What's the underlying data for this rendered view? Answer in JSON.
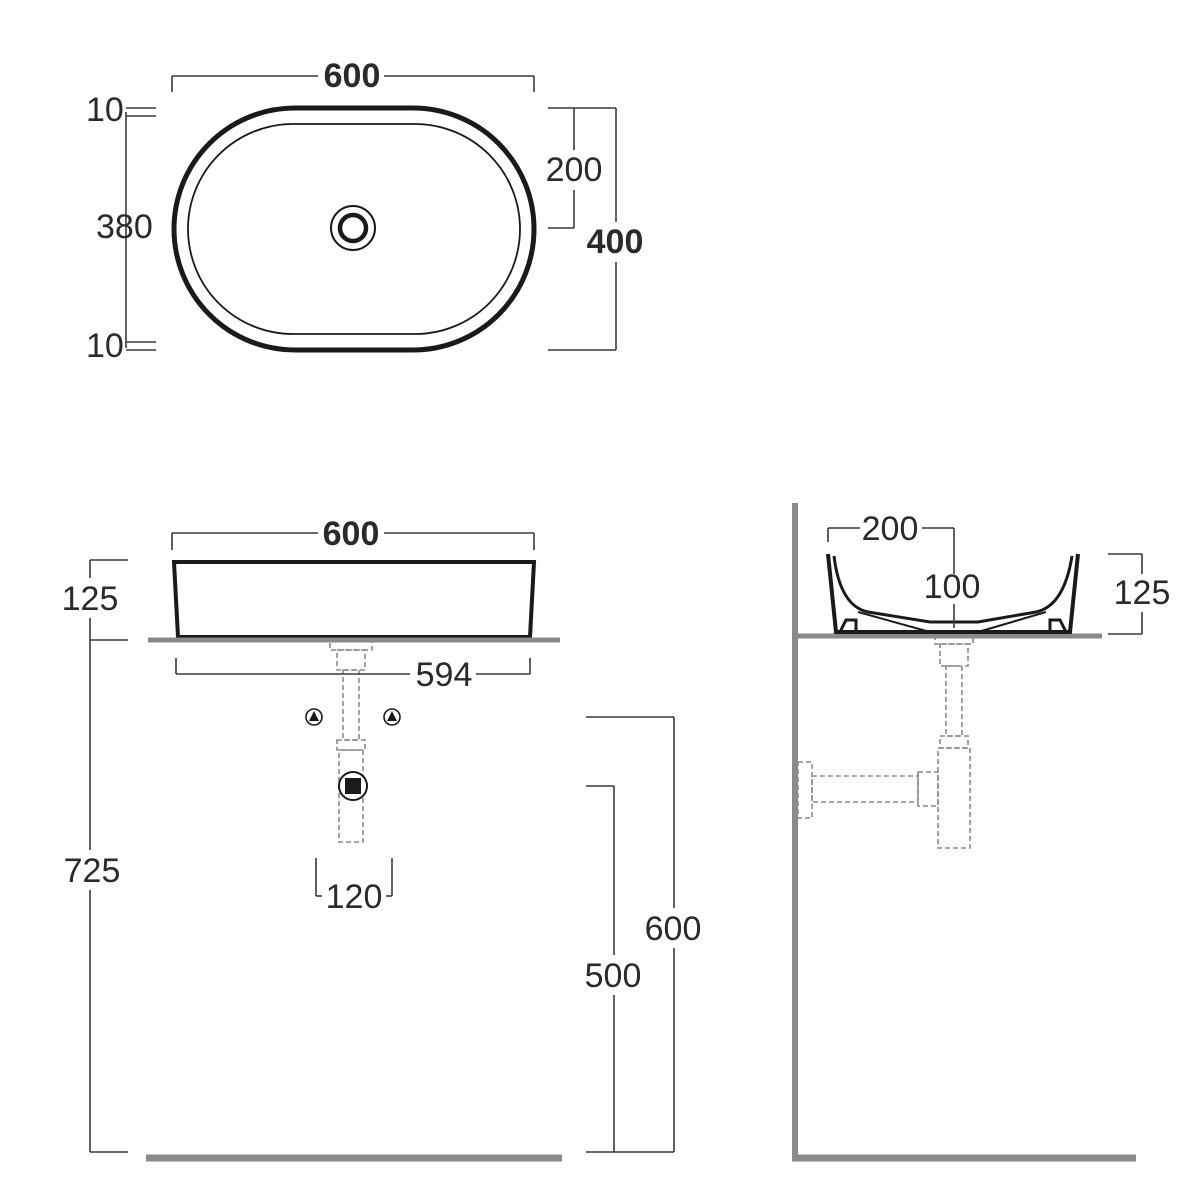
{
  "top_view": {
    "width_label": "600",
    "rim_top_label": "10",
    "inner_depth_label": "380",
    "rim_bottom_label": "10",
    "waste_offset_label": "200",
    "depth_label": "400"
  },
  "front_view": {
    "width_label": "600",
    "height_label": "125",
    "base_width_label": "594",
    "counter_height_label": "725",
    "trap_width_label": "120",
    "outlet_height_label": "500",
    "supply_height_label": "600"
  },
  "side_view": {
    "waste_offset_label": "200",
    "waste_diameter_label": "100",
    "height_label": "125"
  }
}
